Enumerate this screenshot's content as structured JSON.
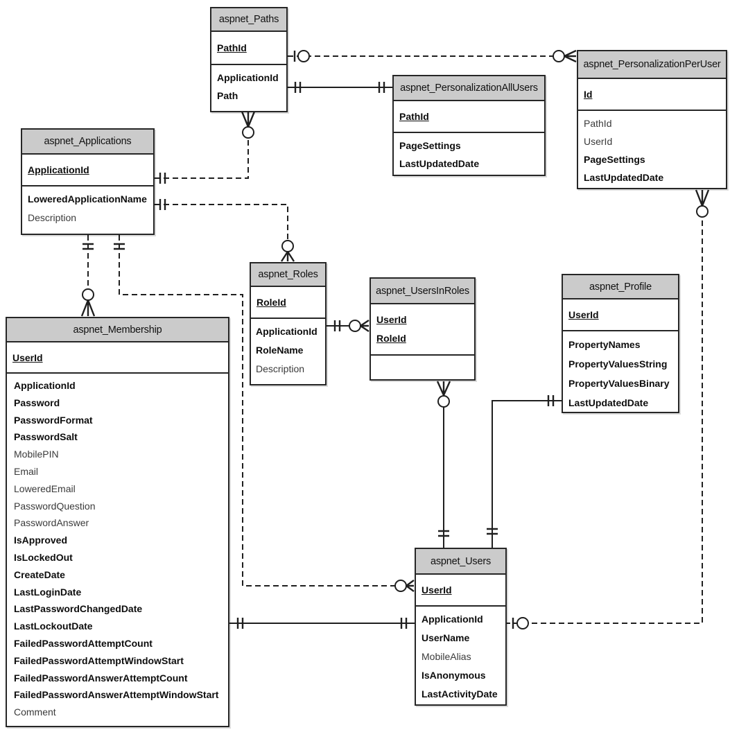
{
  "colors": {
    "header_fill": "#cbcbcb",
    "border": "#262626",
    "line": "#1f1f1f",
    "text": "#0d0d0d",
    "nullable_text": "#3a3a3a",
    "background": "#ffffff"
  },
  "tables": {
    "paths": {
      "title": "aspnet_Paths",
      "pk": [
        "PathId"
      ],
      "cols": [
        "ApplicationId",
        "Path"
      ]
    },
    "personalization_all_users": {
      "title": "aspnet_PersonalizationAllUsers",
      "pk": [
        "PathId"
      ],
      "cols": [
        "PageSettings",
        "LastUpdatedDate"
      ]
    },
    "personalization_per_user": {
      "title": "aspnet_PersonalizationPerUser",
      "pk": [
        "Id"
      ],
      "cols": [
        "PathId",
        "UserId",
        "PageSettings",
        "LastUpdatedDate"
      ]
    },
    "applications": {
      "title": "aspnet_Applications",
      "pk": [
        "ApplicationId"
      ],
      "cols": [
        "LoweredApplicationName",
        "Description"
      ]
    },
    "roles": {
      "title": "aspnet_Roles",
      "pk": [
        "RoleId"
      ],
      "cols": [
        "ApplicationId",
        "RoleName",
        "Description"
      ]
    },
    "users_in_roles": {
      "title": "aspnet_UsersInRoles",
      "pk": [
        "UserId",
        "RoleId"
      ],
      "cols": []
    },
    "profile": {
      "title": "aspnet_Profile",
      "pk": [
        "UserId"
      ],
      "cols": [
        "PropertyNames",
        "PropertyValuesString",
        "PropertyValuesBinary",
        "LastUpdatedDate"
      ]
    },
    "membership": {
      "title": "aspnet_Membership",
      "pk": [
        "UserId"
      ],
      "cols": [
        "ApplicationId",
        "Password",
        "PasswordFormat",
        "PasswordSalt",
        "MobilePIN",
        "Email",
        "LoweredEmail",
        "PasswordQuestion",
        "PasswordAnswer",
        "IsApproved",
        "IsLockedOut",
        "CreateDate",
        "LastLoginDate",
        "LastPasswordChangedDate",
        "LastLockoutDate",
        "FailedPasswordAttemptCount",
        "FailedPasswordAttemptWindowStart",
        "FailedPasswordAnswerAttemptCount",
        "FailedPasswordAnswerAttemptWindowStart",
        "Comment"
      ]
    },
    "users": {
      "title": "aspnet_Users",
      "pk": [
        "UserId"
      ],
      "cols": [
        "ApplicationId",
        "UserName",
        "MobileAlias",
        "IsAnonymous",
        "LastActivityDate"
      ]
    }
  },
  "relationships": [
    {
      "from": "aspnet_Applications",
      "to": "aspnet_Paths",
      "line": "dashed",
      "from_end": "one",
      "to_end": "zero-or-many"
    },
    {
      "from": "aspnet_Applications",
      "to": "aspnet_Roles",
      "line": "dashed",
      "from_end": "one",
      "to_end": "zero-or-many"
    },
    {
      "from": "aspnet_Applications",
      "to": "aspnet_Membership",
      "line": "dashed",
      "from_end": "one",
      "to_end": "zero-or-many"
    },
    {
      "from": "aspnet_Applications",
      "to": "aspnet_Users",
      "line": "dashed",
      "from_end": "one",
      "to_end": "zero-or-many"
    },
    {
      "from": "aspnet_Paths",
      "to": "aspnet_PersonalizationPerUser",
      "line": "dashed",
      "from_end": "zero-or-one",
      "to_end": "zero-or-many"
    },
    {
      "from": "aspnet_Paths",
      "to": "aspnet_PersonalizationAllUsers",
      "line": "solid",
      "from_end": "one",
      "to_end": "one"
    },
    {
      "from": "aspnet_Roles",
      "to": "aspnet_UsersInRoles",
      "line": "solid",
      "from_end": "one",
      "to_end": "zero-or-many"
    },
    {
      "from": "aspnet_Users",
      "to": "aspnet_UsersInRoles",
      "line": "solid",
      "from_end": "one",
      "to_end": "zero-or-many"
    },
    {
      "from": "aspnet_Users",
      "to": "aspnet_Profile",
      "line": "solid",
      "from_end": "one",
      "to_end": "one"
    },
    {
      "from": "aspnet_Membership",
      "to": "aspnet_Users",
      "line": "solid",
      "from_end": "one",
      "to_end": "one"
    },
    {
      "from": "aspnet_Users",
      "to": "aspnet_PersonalizationPerUser",
      "line": "dashed",
      "from_end": "zero-or-one",
      "to_end": "zero-or-many"
    }
  ]
}
